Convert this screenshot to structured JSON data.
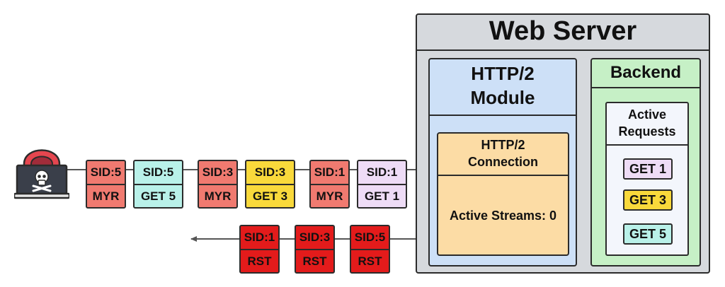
{
  "web_server": {
    "title": "Web Server",
    "http2_module": {
      "title": "HTTP/2 Module",
      "connection": {
        "title": "HTTP/2 Connection",
        "active_streams_label": "Active Streams: 0"
      }
    },
    "backend": {
      "title": "Backend",
      "active_requests": {
        "title": "Active Requests",
        "items": [
          {
            "label": "GET 1",
            "color": "#eedcf6"
          },
          {
            "label": "GET 3",
            "color": "#f9d93b"
          },
          {
            "label": "GET 5",
            "color": "#b9f1e9"
          }
        ]
      }
    }
  },
  "client": {
    "icon": "hacker-laptop-icon"
  },
  "outgoing_frames": [
    {
      "sid": "SID:5",
      "type": "MYR",
      "color": "#f07a70"
    },
    {
      "sid": "SID:5",
      "type": "GET 5",
      "color": "#b9f1e9"
    },
    {
      "sid": "SID:3",
      "type": "MYR",
      "color": "#f07a70"
    },
    {
      "sid": "SID:3",
      "type": "GET 3",
      "color": "#f9d93b"
    },
    {
      "sid": "SID:1",
      "type": "MYR",
      "color": "#f07a70"
    },
    {
      "sid": "SID:1",
      "type": "GET 1",
      "color": "#eedcf6"
    }
  ],
  "incoming_frames": [
    {
      "sid": "SID:1",
      "type": "RST",
      "color": "#e31b1b"
    },
    {
      "sid": "SID:3",
      "type": "RST",
      "color": "#e31b1b"
    },
    {
      "sid": "SID:5",
      "type": "RST",
      "color": "#e31b1b"
    }
  ]
}
